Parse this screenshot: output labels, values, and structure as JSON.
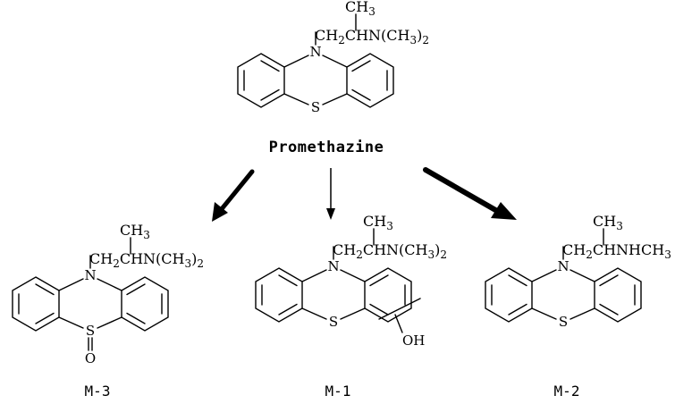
{
  "parent": {
    "name": "Promethazine",
    "ring_atoms": {
      "n": "N",
      "s": "S"
    },
    "chain": {
      "methyl": "CH",
      "methyl_sub": "3",
      "main_a": "CH",
      "main_sub1": "2",
      "main_b": "CHN(CH",
      "main_sub2": "3",
      "main_c": ")",
      "main_sub3": "2"
    }
  },
  "metabolites": [
    {
      "label": "M-3",
      "ring_atoms": {
        "n": "N",
        "s": "S",
        "o": "O"
      },
      "chain": {
        "methyl": "CH",
        "methyl_sub": "3",
        "main_a": "CH",
        "main_sub1": "2",
        "main_b": "CHN(CH",
        "main_sub2": "3",
        "main_c": ")",
        "main_sub3": "2"
      }
    },
    {
      "label": "M-1",
      "ring_atoms": {
        "n": "N",
        "s": "S",
        "oh": "OH"
      },
      "chain": {
        "methyl": "CH",
        "methyl_sub": "3",
        "main_a": "CH",
        "main_sub1": "2",
        "main_b": "CHN(CH",
        "main_sub2": "3",
        "main_c": ")",
        "main_sub3": "2"
      }
    },
    {
      "label": "M-2",
      "ring_atoms": {
        "n": "N",
        "s": "S"
      },
      "chain": {
        "methyl": "CH",
        "methyl_sub": "3",
        "main_a": "CH",
        "main_sub1": "2",
        "main_b": "CHNHCH",
        "main_sub2": "3"
      }
    }
  ]
}
